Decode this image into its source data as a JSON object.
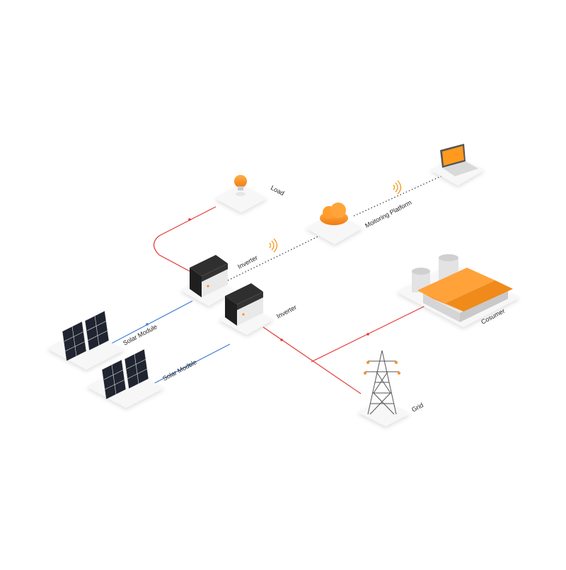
{
  "nodes": {
    "load": {
      "label": "Load",
      "icon": "light-bulb-icon"
    },
    "monitoring": {
      "label": "Moitoring Platform",
      "icon": "cloud-icon"
    },
    "laptop": {
      "icon": "laptop-icon"
    },
    "inverter1": {
      "label": "Inverter",
      "icon": "inverter-icon"
    },
    "inverter2": {
      "label": "Inverter",
      "icon": "inverter-icon"
    },
    "solar1": {
      "label": "Solar Module",
      "icon": "solar-panel-icon"
    },
    "solar2": {
      "label": "Solar Module",
      "icon": "solar-panel-icon"
    },
    "consumer": {
      "label": "Cosumer",
      "icon": "factory-icon"
    },
    "grid": {
      "label": "Grid",
      "icon": "transmission-tower-icon"
    }
  },
  "colors": {
    "ac_line": "#e53935",
    "dc_line": "#3f7fd6",
    "comm_line": "#333333",
    "accent": "#ff8f1f",
    "tile": "#f7f7f7"
  }
}
